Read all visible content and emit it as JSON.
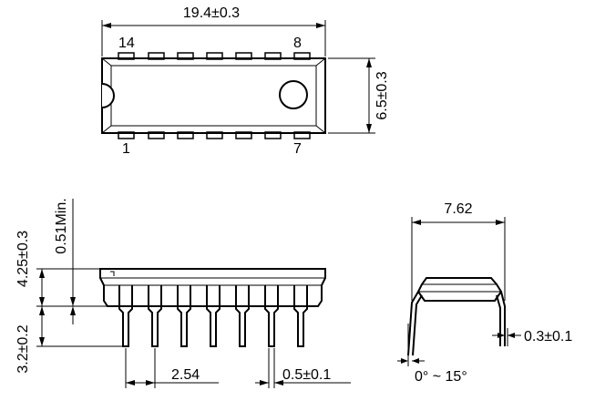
{
  "top_view": {
    "length_dim": "19.4±0.3",
    "width_dim": "6.5±0.3",
    "pin_labels": {
      "top_left": "14",
      "top_right": "8",
      "bottom_left": "1",
      "bottom_right": "7"
    }
  },
  "side_view": {
    "body_height_dim": "4.25±0.3",
    "standoff_dim": "0.51Min.",
    "lead_length_dim": "3.2±0.2",
    "pitch_dim": "2.54",
    "lead_width_dim": "0.5±0.1"
  },
  "end_view": {
    "row_spacing_dim": "7.62",
    "lead_thickness_dim": "0.3±0.1",
    "lead_angle_dim": "0° ~ 15°"
  }
}
